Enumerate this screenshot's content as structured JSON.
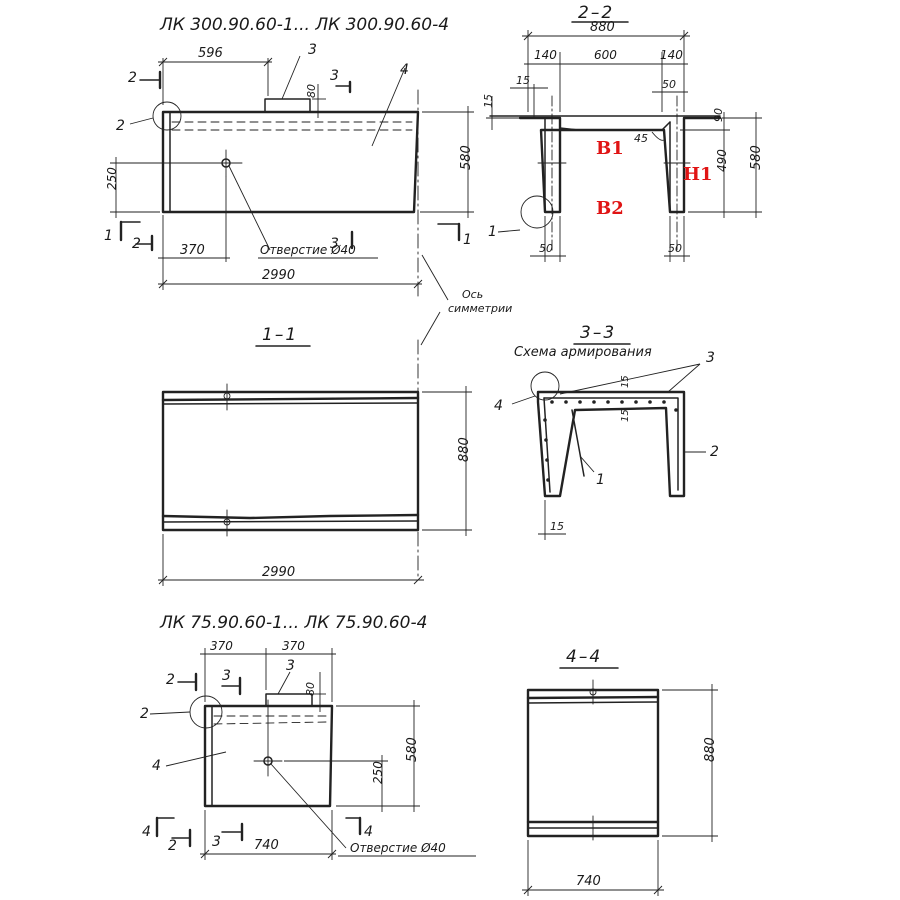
{
  "titles": {
    "top": "ЛК 300.90.60-1... ЛК 300.90.60-4",
    "bottom": "ЛК 75.90.60-1... ЛК 75.90.60-4"
  },
  "sections": {
    "s22": "2–2",
    "s11": "1–1",
    "s33": "3–3",
    "s44": "4–4",
    "scheme": "Схема армирования"
  },
  "notes": {
    "hole_top": "Отверстие Ø40",
    "hole_bottom": "Отверстие Ø40",
    "axis1": "Ось",
    "axis2": "симметрии"
  },
  "red_labels": {
    "b1": "B1",
    "b2": "B2",
    "h1": "H1"
  },
  "dims": {
    "d596": "596",
    "d80a": "80",
    "d580a": "580",
    "d250a": "250",
    "d370a": "370",
    "d2990a": "2990",
    "d880a": "880",
    "d140a": "140",
    "d600": "600",
    "d140b": "140",
    "d15a": "15",
    "d50a": "50",
    "d15b": "15",
    "d90": "90",
    "d45": "45",
    "d490": "490",
    "d580b": "580",
    "d50b": "50",
    "d50c": "50",
    "d880b": "880",
    "d2990b": "2990",
    "d15c": "15",
    "d15d": "15",
    "d15e": "15",
    "d370b": "370",
    "d370c": "370",
    "d80b": "80",
    "d580c": "580",
    "d250b": "250",
    "d740a": "740",
    "d880c": "880",
    "d740b": "740"
  },
  "marks": {
    "m2a": "2",
    "m2b": "2",
    "m3a": "3",
    "m3b": "3",
    "m3c": "3",
    "m4a": "4",
    "m1a": "1",
    "m1b": "1",
    "m2c": "2",
    "m1c": "1",
    "m3d": "3",
    "m4b": "4",
    "m2d": "2",
    "m1d": "1",
    "m2e": "2",
    "m3e": "3",
    "m3f": "3",
    "m2f": "2",
    "m4c": "4",
    "m4d": "4",
    "m2g": "2",
    "m3g": "3",
    "m4e": "4"
  }
}
